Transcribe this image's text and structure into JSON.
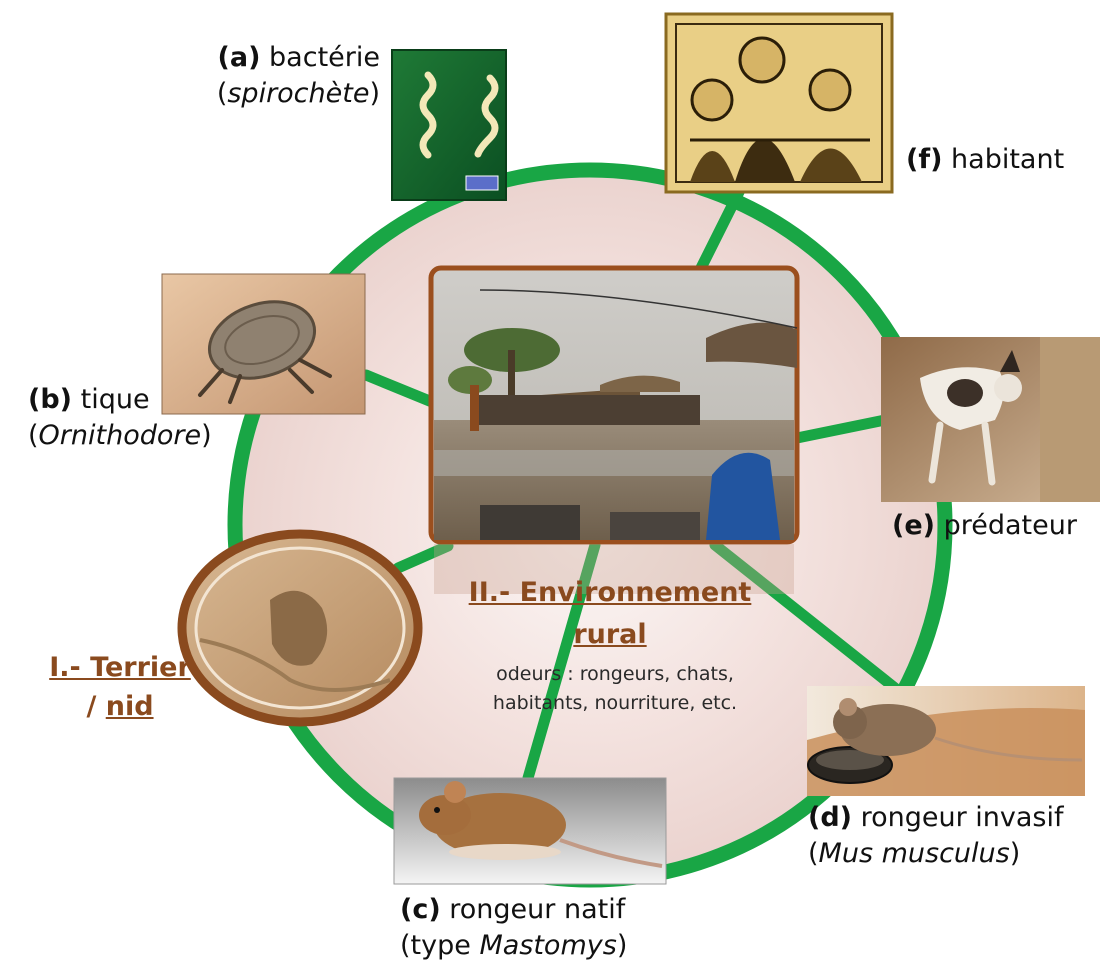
{
  "colors": {
    "ring": "#19a645",
    "brown": "#8a4a1e",
    "halo": "#ecd4d0"
  },
  "center": {
    "title_part1": "II.- Environnement",
    "title_part2": "rural",
    "odeurs_line1": "odeurs : rongeurs, chats,",
    "odeurs_line2": "habitants, nourriture, etc."
  },
  "terrier": {
    "line1": "I.- Terrier",
    "slash": "/",
    "nid": "nid"
  },
  "nodes": {
    "a": {
      "letter": "(a)",
      "name": "bactérie",
      "paren_open": "(",
      "sci": "spirochète",
      "paren_close": ")"
    },
    "b": {
      "letter": "(b)",
      "name": "tique",
      "paren_open": "(",
      "sci": "Ornithodore",
      "paren_close": ")"
    },
    "c": {
      "letter": "(c)",
      "name": "rongeur natif",
      "paren_open": "(type ",
      "sci": "Mastomys",
      "paren_close": ")"
    },
    "d": {
      "letter": "(d)",
      "name": "rongeur invasif",
      "paren_open": "(",
      "sci": "Mus musculus",
      "paren_close": ")"
    },
    "e": {
      "letter": "(e)",
      "name": "prédateur"
    },
    "f": {
      "letter": "(f)",
      "name": "habitant"
    }
  }
}
